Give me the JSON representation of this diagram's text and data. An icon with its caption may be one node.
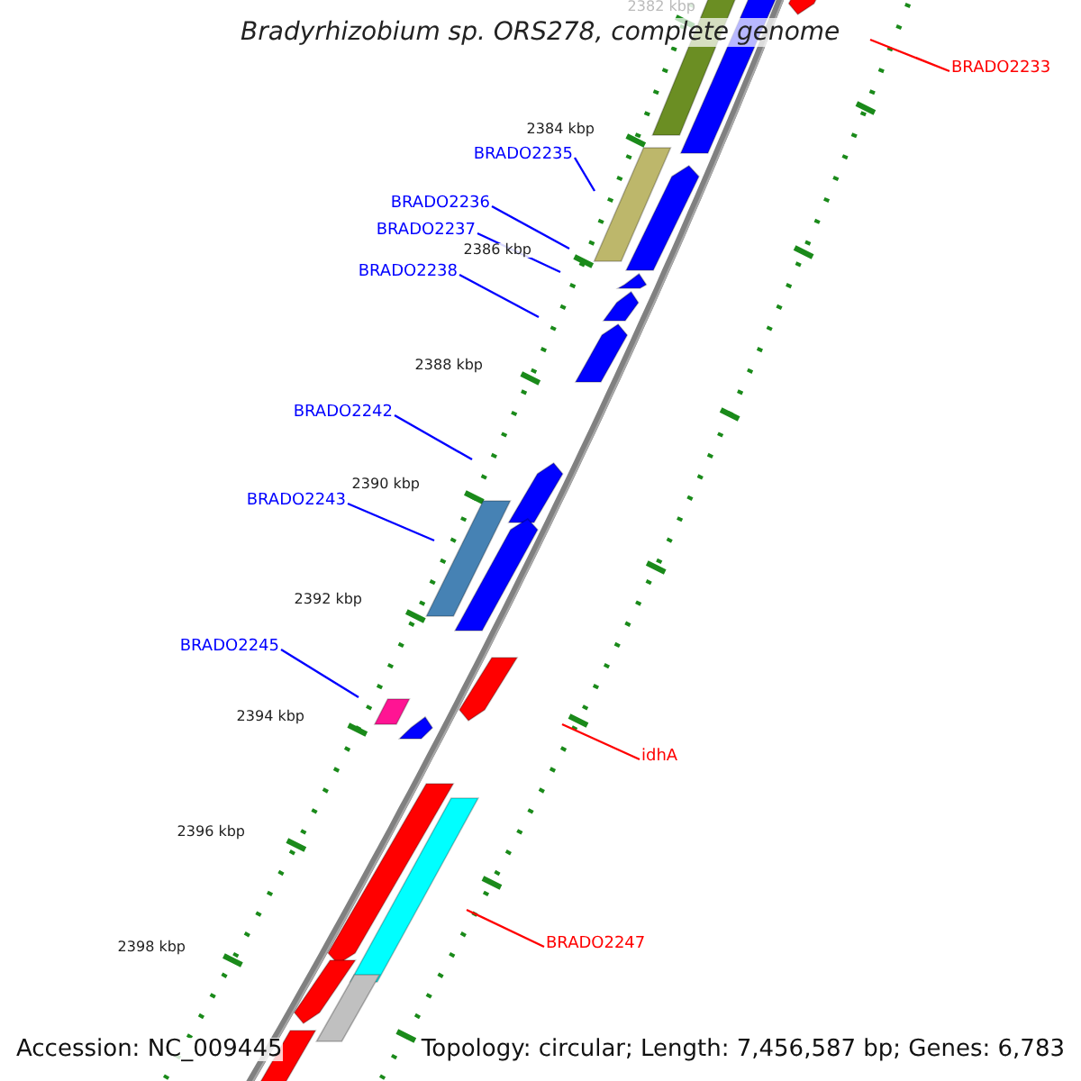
{
  "diagram": {
    "title": "Bradyrhizobium sp. ORS278, complete genome",
    "nodes": [
      {
        "text": [
          "BRADO2233"
        ]
      },
      {
        "text": [
          "BRADO2235"
        ]
      },
      {
        "text": [
          "BRADO2236"
        ]
      },
      {
        "text": [
          "BRADO2237"
        ]
      },
      {
        "text": [
          "BRADO2238"
        ]
      },
      {
        "text": [
          "BRADO2242"
        ]
      },
      {
        "text": [
          "BRADO2243"
        ]
      },
      {
        "text": [
          "BRADO2245"
        ]
      },
      {
        "text": [
          "idhA"
        ]
      },
      {
        "text": [
          "BRADO2247"
        ]
      }
    ],
    "edges": [
      {
        "from": 0,
        "to": null,
        "arrow": "none",
        "color": "#ff0000"
      },
      {
        "from": 1,
        "to": null,
        "arrow": "none"
      },
      {
        "from": 2,
        "to": null,
        "arrow": "none"
      },
      {
        "from": 3,
        "to": null,
        "arrow": "none"
      },
      {
        "from": 4,
        "to": null,
        "arrow": "none"
      },
      {
        "from": 5,
        "to": null,
        "arrow": "none"
      },
      {
        "from": 6,
        "to": null,
        "arrow": "none"
      },
      {
        "from": 7,
        "to": null,
        "arrow": "none"
      },
      {
        "from": 8,
        "to": null,
        "arrow": "none",
        "color": "#ff0000"
      },
      {
        "from": 9,
        "to": null,
        "arrow": "none",
        "color": "#ff0000"
      }
    ],
    "labels": [
      "2382 kbp",
      "2384 kbp",
      "2386 kbp",
      "2388 kbp",
      "2390 kbp",
      "2392 kbp",
      "2394 kbp",
      "2396 kbp",
      "2398 kbp",
      "Accession: NC_009445",
      "Topology: circular; Length: 7,456,587 bp; Genes: 6,783"
    ]
  }
}
